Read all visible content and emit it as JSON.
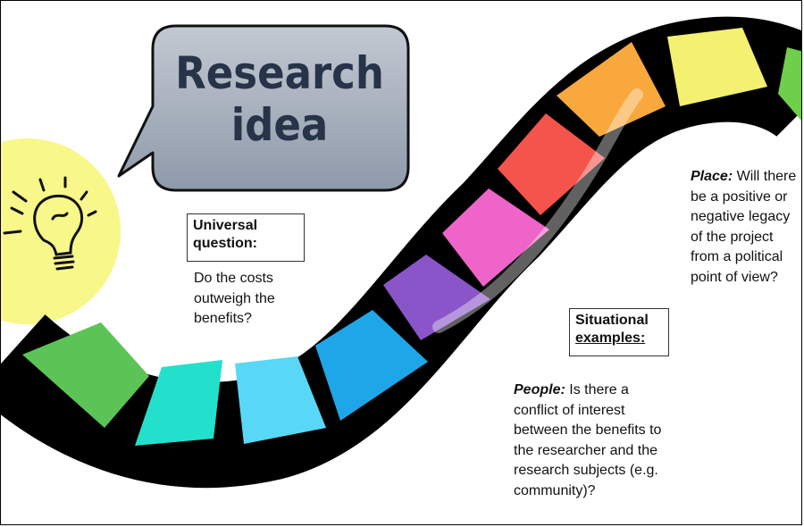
{
  "bubble": {
    "line1": "Research",
    "line2": "idea"
  },
  "universal": {
    "label_line1": "Universal",
    "label_line2": "question:",
    "text": "Do the costs outweigh the benefits?"
  },
  "situational": {
    "label_line1": "Situational",
    "label_line2": "examples:"
  },
  "people": {
    "lead": "People:",
    "text": " Is there a conflict of interest between the benefits to the researcher and the research subjects (e.g. community)?"
  },
  "place": {
    "lead": "Place:",
    "text": " Will there be a positive or negative legacy of the project from a political point of view?"
  },
  "colors": {
    "bulb_glow": "#f8f78a",
    "bubble_fill": "#aab3c2",
    "bubble_text": "#263348",
    "road_border": "#000000",
    "segments": [
      "#5cc457",
      "#22e0cc",
      "#58d8f6",
      "#1ea7e8",
      "#8a55c8",
      "#ee64c8",
      "#f4544c",
      "#f8a83c",
      "#f4f070",
      "#6ecf4a"
    ]
  }
}
